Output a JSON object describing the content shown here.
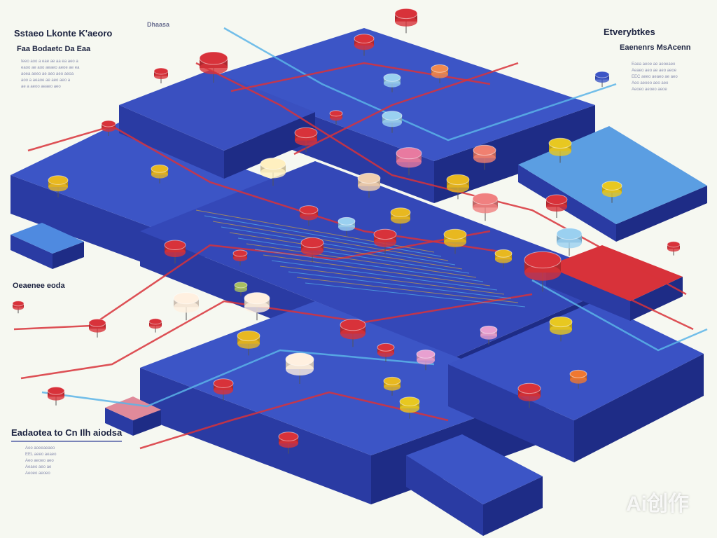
{
  "labels": {
    "top_left_title": "Sstaeo Lkonte K'aeoro",
    "top_left_subtitle": "Faa Bodaetc Da Eaa",
    "top_center": "Dhaasa",
    "top_right_title": "Etverybtkes",
    "top_right_subtitle": "Eaenenrs MsAcenn",
    "mid_left": "Oeaenee eoda",
    "bottom_left_title": "Eadaotea to Cn Ilh aiodsa"
  },
  "filler_lines": {
    "top_left": [
      "Ieeo aoo a eae ae aa ea aeo a",
      "eaoo ae aoo aeaeo aeoe ae ea",
      "aoea aeeo ae aeo aeo aeoa",
      "aoo a aeaoe ae aeo aeo a",
      "ae a aeoo aeaeo aeo"
    ],
    "top_right": [
      "Eaea aeoe ae aeoeaeo",
      "Aeaeo aeo ae aeo aeoe",
      "EEC aeeo aeaeo ae aeo",
      "Aeo aeoeo aeo aeo",
      "Aeoeo aeoeo aeoe"
    ],
    "bottom_left": [
      "Aoo aoeeaeaeo",
      "EEL aeeo aeaeo",
      "Aeo aeoeo aeo",
      "Aeaeo aeo ae",
      "Aeoeo aeoeo"
    ]
  },
  "watermark": "Ai创作",
  "colors": {
    "background": "#f6f8f1",
    "slab_top": "#3c55c6",
    "slab_side": "#26379a",
    "wire_red": "#d8323a",
    "wire_blue": "#5ab4e8",
    "node_yellow": "#e8b820"
  }
}
